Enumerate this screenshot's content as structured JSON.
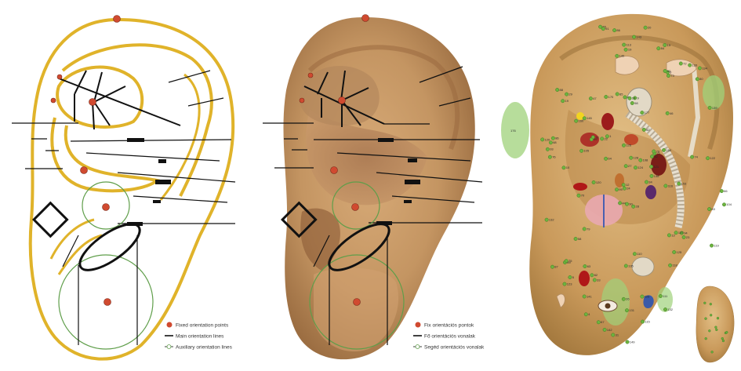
{
  "legend_left": {
    "fixed": "Fixed orientation points",
    "main": "Main orientation lines",
    "aux": "Auxiliary orientation lines"
  },
  "legend_center": {
    "fixed": "Fix orientációs pontok",
    "main": "Fő orientációs vonalak",
    "aux": "Segéd orientációs vonalak"
  },
  "colors": {
    "fixed_point": "#d04a30",
    "main_line": "#111111",
    "aux_line": "#5f9e4a",
    "outline": "#e0b32a",
    "acupoint": "#6db33f",
    "skin": "#c49562"
  },
  "acupoints": {
    "numbers": [
      "28",
      "19",
      "24",
      "32",
      "33",
      "15",
      "9",
      "6",
      "34",
      "10",
      "44",
      "46",
      "45",
      "52",
      "5",
      "1",
      "4",
      "10",
      "71",
      "23",
      "29",
      "19",
      "76",
      "13",
      "12",
      "26",
      "27",
      "47",
      "72",
      "62",
      "94",
      "20",
      "22",
      "105",
      "118",
      "120",
      "121",
      "131",
      "138",
      "123",
      "139",
      "125",
      "132",
      "141",
      "126",
      "134",
      "143",
      "120",
      "86",
      "145",
      "133",
      "84",
      "140",
      "128",
      "135",
      "142",
      "137",
      "99",
      "160",
      "132",
      "126",
      "115",
      "108",
      "116",
      "119",
      "149",
      "122",
      "110",
      "111",
      "113",
      "104",
      "150",
      "124",
      "68",
      "50",
      "73",
      "70",
      "65",
      "66",
      "93",
      "58",
      "63",
      "67",
      "79",
      "80",
      "64",
      "83",
      "98",
      "95",
      "91",
      "87",
      "90",
      "85",
      "86",
      "89",
      "177",
      "170",
      "153",
      "79",
      "31",
      "74",
      "88",
      "75",
      "78"
    ],
    "side_label": "176"
  },
  "icons": {
    "left_diagram": "ear-orientation-outline-diagram",
    "center_diagram": "ear-photo-with-orientation-overlay",
    "right_diagram": "ear-acupuncture-map",
    "inset": "ear-back-view-thumbnail"
  }
}
